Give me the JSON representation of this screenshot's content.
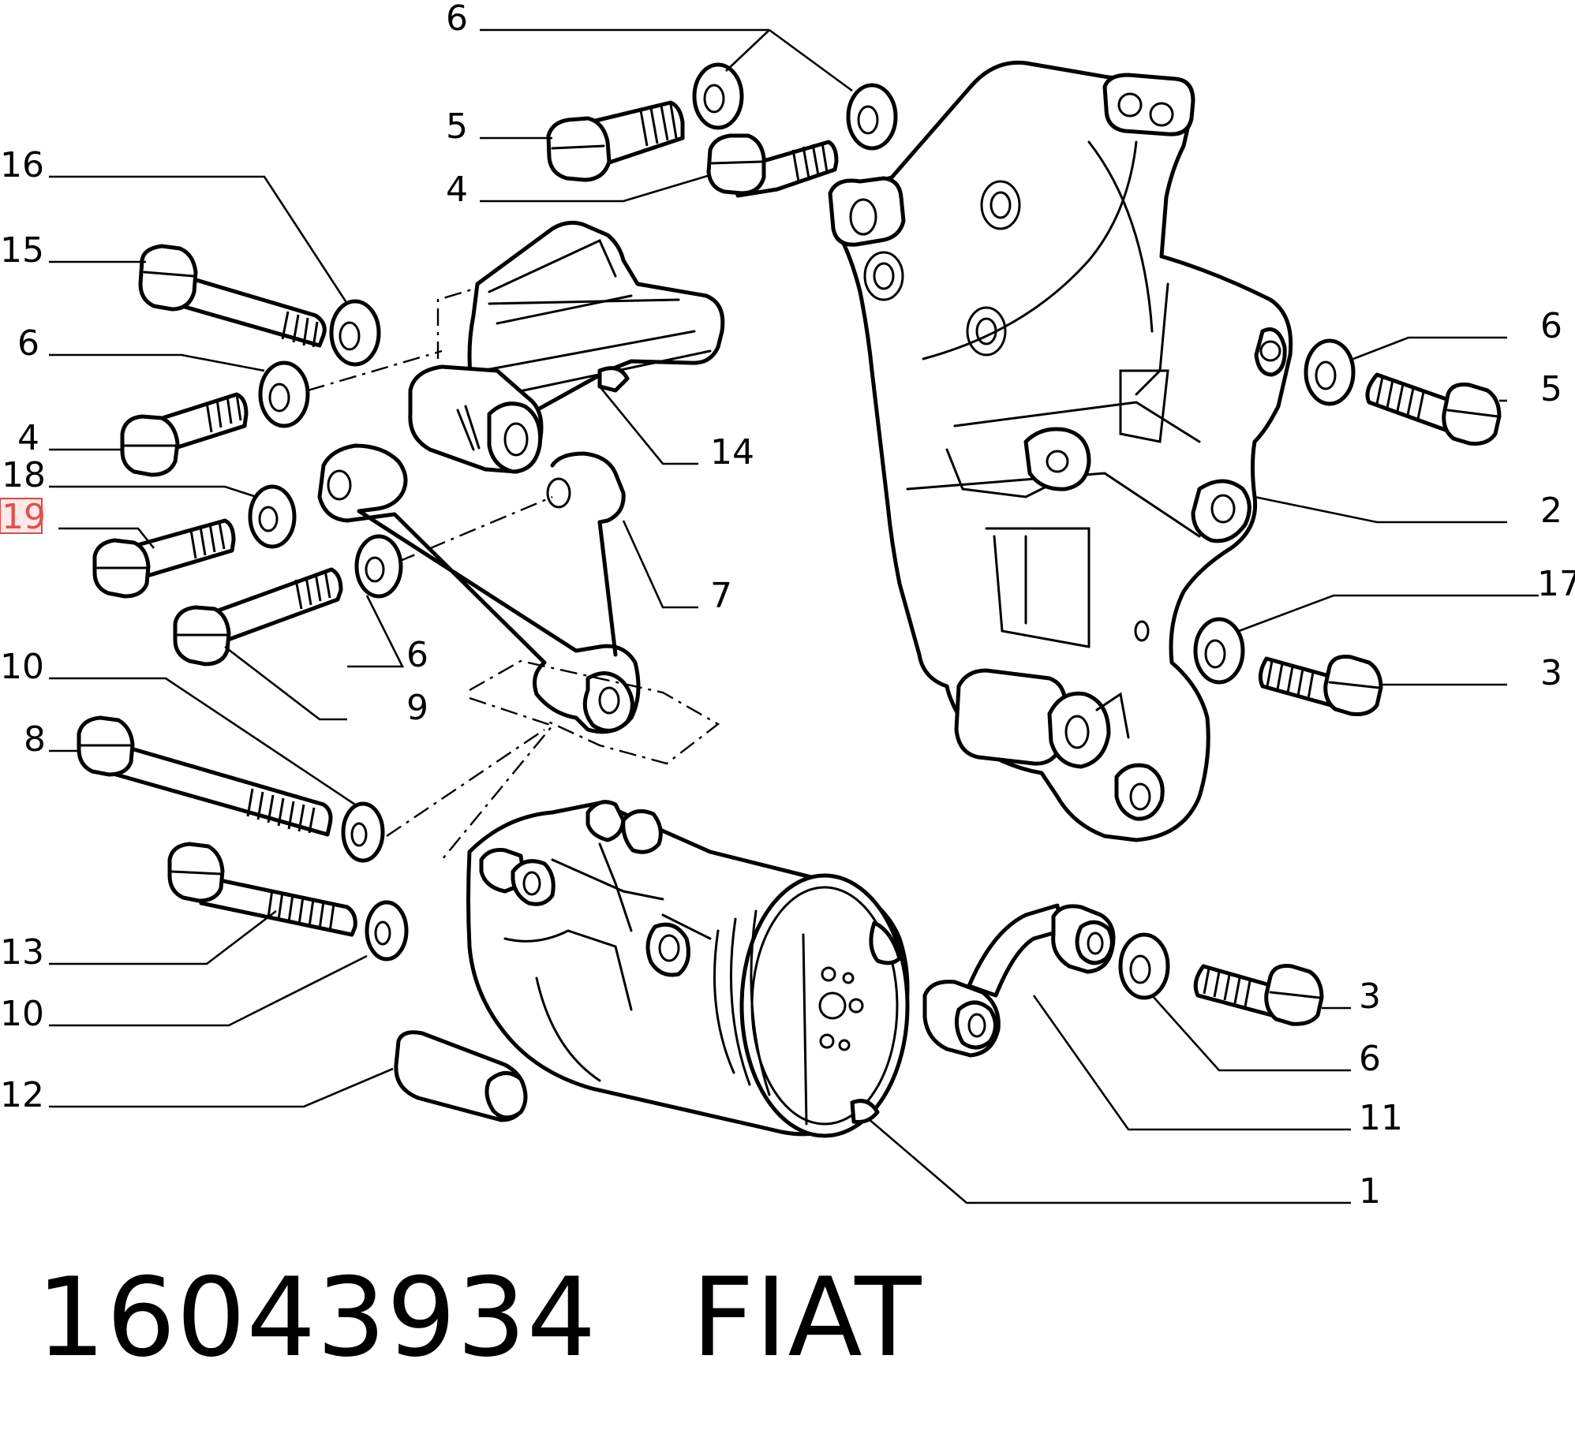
{
  "diagram": {
    "callouts": {
      "c6_top": "6",
      "c5_top": "5",
      "c4_top": "4",
      "c16": "16",
      "c15": "15",
      "c6_left": "6",
      "c4_left": "4",
      "c18": "18",
      "c19": "19",
      "c6_mid": "6",
      "c9": "9",
      "c10_a": "10",
      "c8": "8",
      "c13": "13",
      "c10_b": "10",
      "c12": "12",
      "c14": "14",
      "c7": "7",
      "c6_right": "6",
      "c5_right": "5",
      "c2": "2",
      "c17": "17",
      "c3_right": "3",
      "c3_low": "3",
      "c6_low": "6",
      "c11": "11",
      "c1": "1"
    },
    "highlighted_callout": "19",
    "highlight_color": "#e04848"
  },
  "footer": {
    "part_number": "16043934",
    "brand": "FIAT"
  }
}
